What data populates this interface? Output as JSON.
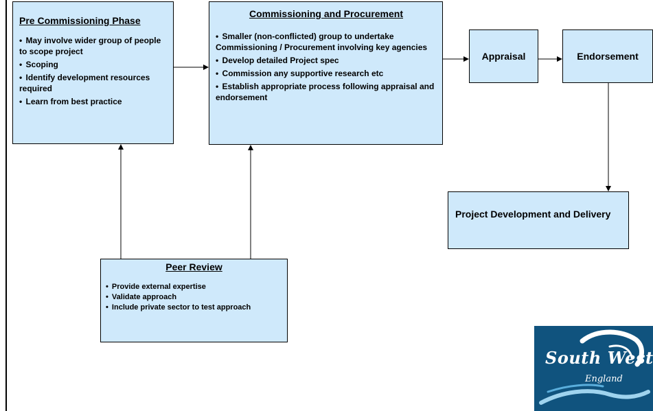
{
  "pre_commissioning": {
    "title": "Pre Commissioning Phase",
    "items": [
      "May involve wider group of people to scope project",
      "Scoping",
      "Identify development resources required",
      "Learn from best practice"
    ]
  },
  "commissioning": {
    "title": "Commissioning and Procurement",
    "items": [
      "Smaller (non-conflicted) group to undertake Commissioning / Procurement involving key agencies",
      " Develop detailed Project spec",
      "Commission any supportive research etc",
      "Establish appropriate process following appraisal and endorsement"
    ]
  },
  "appraisal": {
    "label": "Appraisal"
  },
  "endorsement": {
    "label": "Endorsement"
  },
  "project_delivery": {
    "label": "Project Development and Delivery"
  },
  "peer_review": {
    "title": "Peer Review",
    "items": [
      "Provide external expertise",
      "Validate approach",
      "Include private sector to test approach"
    ]
  },
  "logo": {
    "brand": "South West",
    "sub": "England"
  },
  "bullet": "•",
  "colors": {
    "box_fill": "#cfe9fb",
    "logo_bg": "#10537e"
  }
}
